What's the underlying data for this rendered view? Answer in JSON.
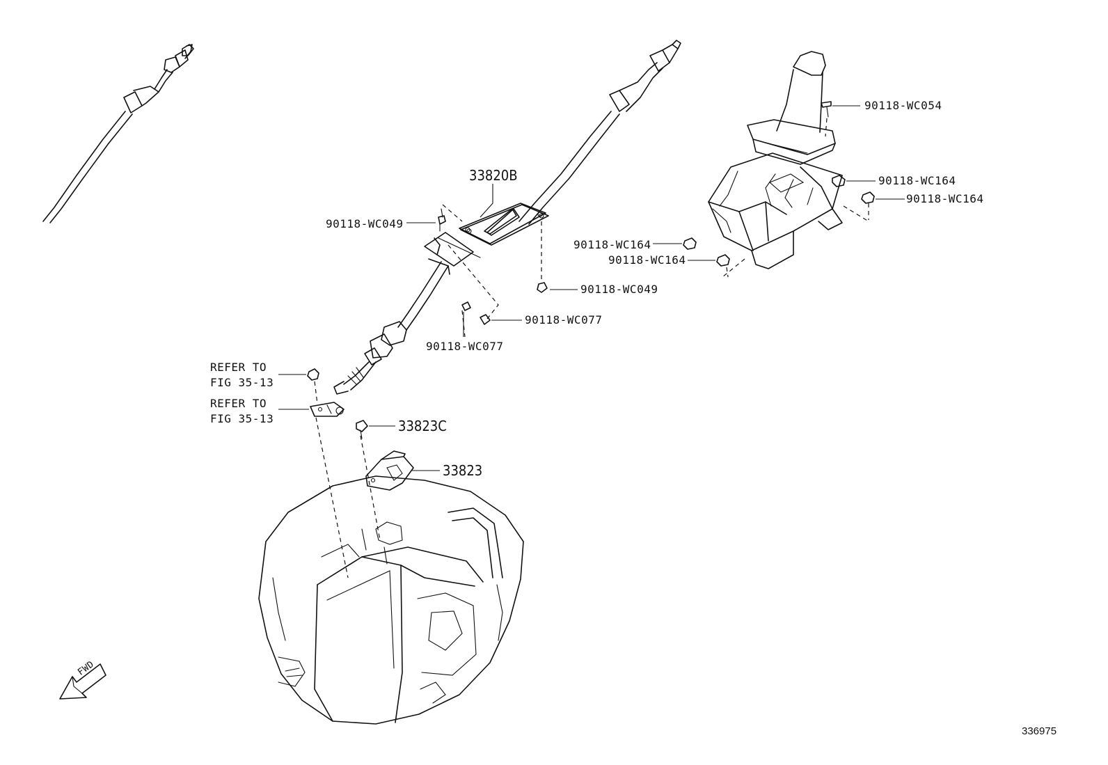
{
  "labels": {
    "cable_assembly": "33820B",
    "bolt_upper_left": "90118-WC049",
    "bolt_lower": "90118-WC049",
    "clip_right": "90118-WC077",
    "clip_lower": "90118-WC077",
    "screw_shifter": "90118-WC054",
    "nut_a": "90118-WC164",
    "nut_b": "90118-WC164",
    "nut_c": "90118-WC164",
    "nut_d": "90118-WC164",
    "refer_1_line1": "REFER TO",
    "refer_1_line2": "FIG 35-13",
    "refer_2_line1": "REFER TO",
    "refer_2_line2": "FIG 35-13",
    "bracket_bolt": "33823C",
    "bracket": "33823",
    "fwd_arrow": "FWD",
    "diagram_code": "336975"
  }
}
